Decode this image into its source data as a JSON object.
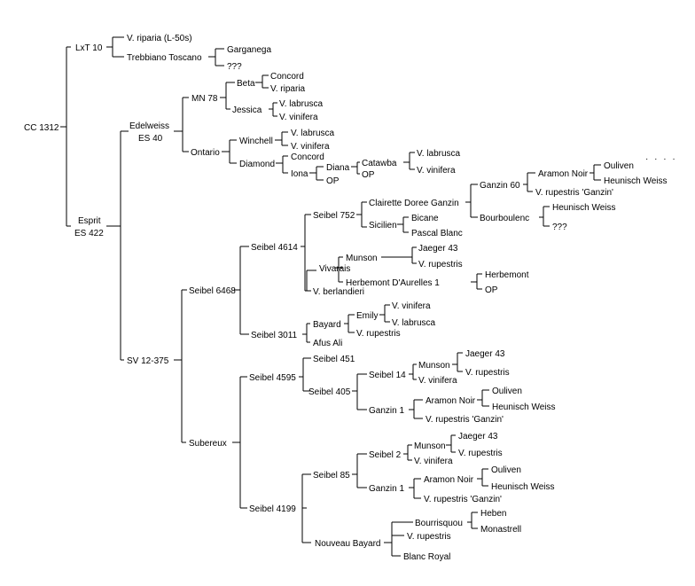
{
  "labels": {
    "cc1312": "CC 1312",
    "lxt10": "LxT 10",
    "vriparia_l50s": "V. riparia (L-50s)",
    "trebbiano": "Trebbiano Toscano",
    "garganega": "Garganega",
    "unknown1": "???",
    "esprit_1": "Esprit",
    "esprit_2": "ES 422",
    "edelweiss_1": "Edelweiss",
    "edelweiss_2": "ES 40",
    "mn78": "MN 78",
    "beta": "Beta",
    "concord1": "Concord",
    "vriparia2": "V. riparia",
    "jessica": "Jessica",
    "vlabrusca1": "V. labrusca",
    "vvinifera1": "V. vinifera",
    "ontario": "Ontario",
    "winchell": "Winchell",
    "vlabrusca2": "V. labrusca",
    "vvinifera2": "V. vinifera",
    "diamond": "Diamond",
    "concord2": "Concord",
    "iona": "Iona",
    "diana": "Diana",
    "op1": "OP",
    "catawba": "Catawba",
    "op2": "OP",
    "vlabrusca3": "V. labrusca",
    "vvinifera3": "V. vinifera",
    "sv12375": "SV 12-375",
    "seibel6468": "Seibel 6468",
    "seibel4614": "Seibel 4614",
    "seibel752": "Seibel 752",
    "clairette": "Clairette Doree Ganzin",
    "ganzin60": "Ganzin 60",
    "aramon1": "Aramon Noir",
    "ouliven1": "Ouliven",
    "dots": "· · · ·",
    "heunisch1": "Heunisch Weiss",
    "vrupganzin1": "V. rupestris 'Ganzin'",
    "bourboulenc": "Bourboulenc",
    "heunisch2": "Heunisch Weiss",
    "unknown2": "???",
    "sicilien": "Sicilien",
    "bicane": "Bicane",
    "pascal": "Pascal Blanc",
    "vivarais": "Vivarais",
    "munson1": "Munson",
    "jaeger1": "Jaeger 43",
    "vrupestris1": "V. rupestris",
    "herbemont_daur": "Herbemont D'Aurelles 1",
    "herbemont": "Herbemont",
    "op3": "OP",
    "vberlandieri": "V. berlandieri",
    "seibel3011": "Seibel 3011",
    "bayard": "Bayard",
    "emily": "Emily",
    "vvinifera4": "V. vinifera",
    "vlabrusca4": "V. labrusca",
    "vrupestris2": "V. rupestris",
    "afus": "Afus Ali",
    "subereux": "Subereux",
    "seibel4595": "Seibel 4595",
    "seibel451": "Seibel 451",
    "seibel405": "Seibel 405",
    "seibel14": "Seibel 14",
    "munson2": "Munson",
    "jaeger2": "Jaeger 43",
    "vrupestris3": "V. rupestris",
    "vvinifera5": "V. vinifera",
    "ganzin1a": "Ganzin 1",
    "aramon2": "Aramon Noir",
    "ouliven2": "Ouliven",
    "heunisch3": "Heunisch Weiss",
    "vrupganzin2": "V. rupestris 'Ganzin'",
    "seibel4199": "Seibel 4199",
    "seibel85": "Seibel 85",
    "seibel2": "Seibel 2",
    "munson3": "Munson",
    "jaeger3": "Jaeger 43",
    "vrupestris4": "V. rupestris",
    "vvinifera6": "V. vinifera",
    "ganzin1b": "Ganzin 1",
    "aramon3": "Aramon Noir",
    "ouliven3": "Ouliven",
    "heunisch4": "Heunisch Weiss",
    "vrupganzin3": "V. rupestris 'Ganzin'",
    "nouveau": "Nouveau Bayard",
    "bourrisquou": "Bourrisquou",
    "heben": "Heben",
    "monastrell": "Monastrell",
    "vrupestris5": "V. rupestris",
    "blancroyal": "Blanc Royal"
  }
}
